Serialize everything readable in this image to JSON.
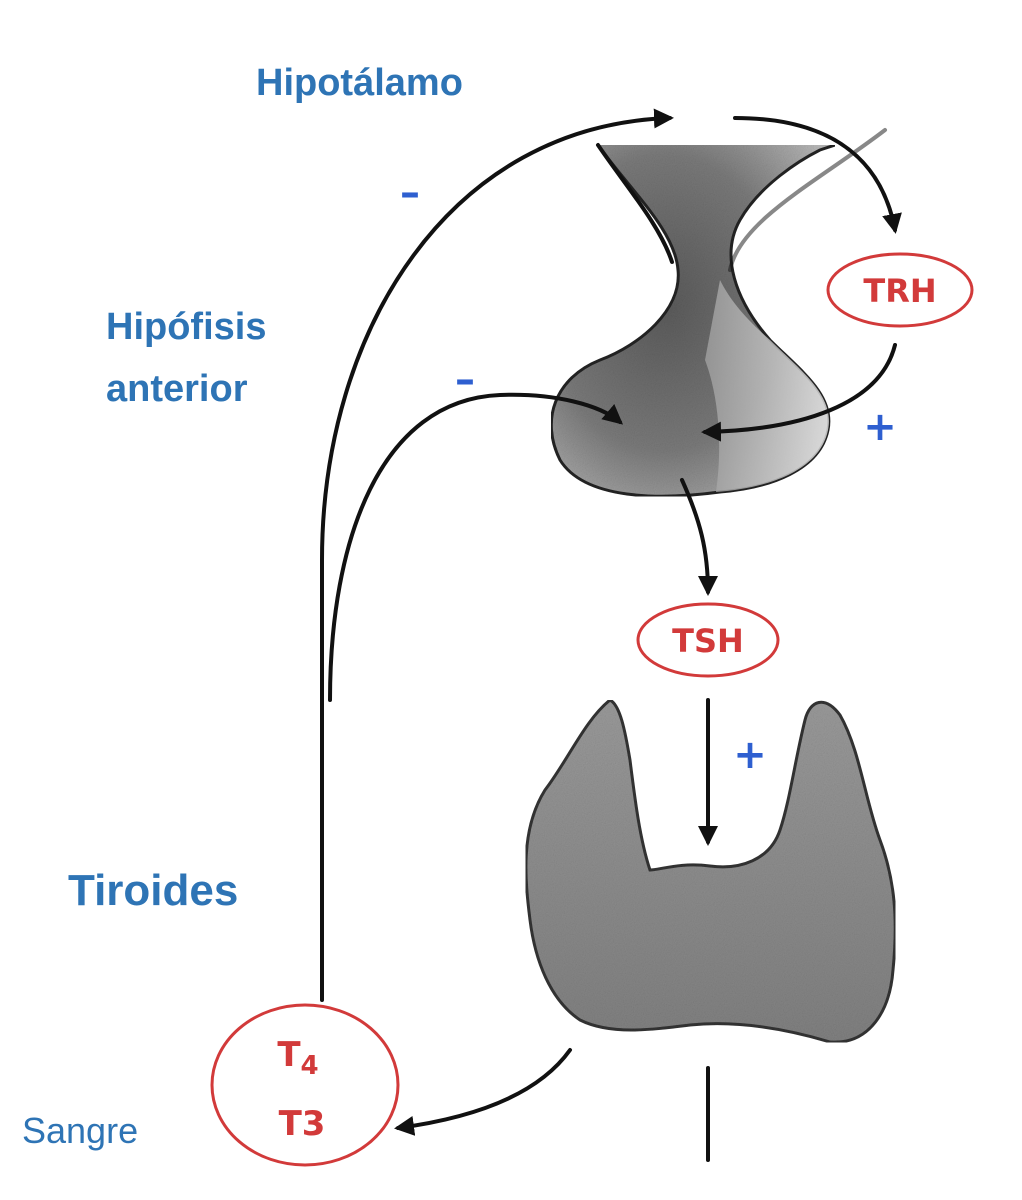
{
  "labels": {
    "hypothalamus": "Hipotálamo",
    "pituitary_line1": "Hipófisis",
    "pituitary_line2": "anterior",
    "thyroid": "Tiroides",
    "blood": "Sangre"
  },
  "hormones": {
    "trh": "TRH",
    "tsh": "TSH",
    "t4_letter": "T",
    "t4_sub": "4",
    "t3": "T3"
  },
  "signs": {
    "feedback_hypothalamus": "–",
    "feedback_pituitary": "–",
    "trh_stimulus": "+",
    "tsh_stimulus": "+"
  },
  "colors": {
    "label_blue": "#2e74b5",
    "sign_blue": "#2e5fd0",
    "hormone_red": "#d23a3a",
    "gland_gray": "#8a8a8a"
  }
}
